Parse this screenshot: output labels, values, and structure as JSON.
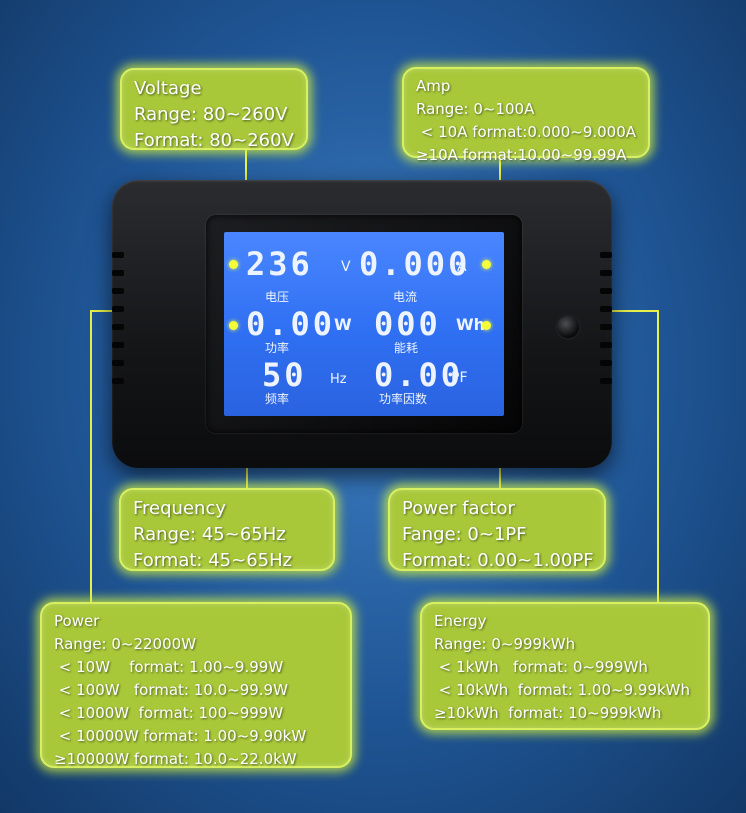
{
  "callouts": {
    "voltage": {
      "title": "Voltage",
      "lines": [
        "Range: 80~260V",
        "Format: 80~260V"
      ]
    },
    "amp": {
      "title": "Amp",
      "lines": [
        "Range: 0~100A",
        " < 10A format:0.000~9.000A",
        "≥10A format:10.00~99.99A"
      ]
    },
    "frequency": {
      "title": "Frequency",
      "lines": [
        "Range: 45~65Hz",
        "Format: 45~65Hz"
      ]
    },
    "power_factor": {
      "title": "Power factor",
      "lines": [
        "Fange: 0~1PF",
        "Format: 0.00~1.00PF"
      ]
    },
    "power": {
      "title": "Power",
      "lines": [
        "Range: 0~22000W",
        " < 10W    format: 1.00~9.99W",
        " < 100W   format: 10.0~99.9W",
        " < 1000W  format: 100~999W",
        " < 10000W format: 1.00~9.90kW",
        "≥10000W format: 10.0~22.0kW"
      ]
    },
    "energy": {
      "title": "Energy",
      "lines": [
        "Range: 0~999kWh",
        " < 1kWh   format: 0~999Wh",
        " < 10kWh  format: 1.00~9.99kWh",
        "≥10kWh  format: 10~999kWh"
      ]
    }
  },
  "display": {
    "voltage": {
      "value": "236",
      "unit": "V",
      "label": "电压"
    },
    "current": {
      "value": "0.000",
      "unit": "A",
      "label": "电流"
    },
    "power": {
      "value": "0.00",
      "unit": "W",
      "label": "功率"
    },
    "energy": {
      "value": "000",
      "unit": "Wh",
      "label": "能耗"
    },
    "frequency": {
      "value": "50",
      "unit": "Hz",
      "label": "频率"
    },
    "power_factor": {
      "value": "0.00",
      "unit": "PF",
      "label": "功率因数"
    }
  },
  "colors": {
    "callout_fill": "#a8c83a",
    "callout_glow": "#d8f060",
    "lcd_blue": "#3a78f5",
    "leader_line": "#e8f04a"
  }
}
